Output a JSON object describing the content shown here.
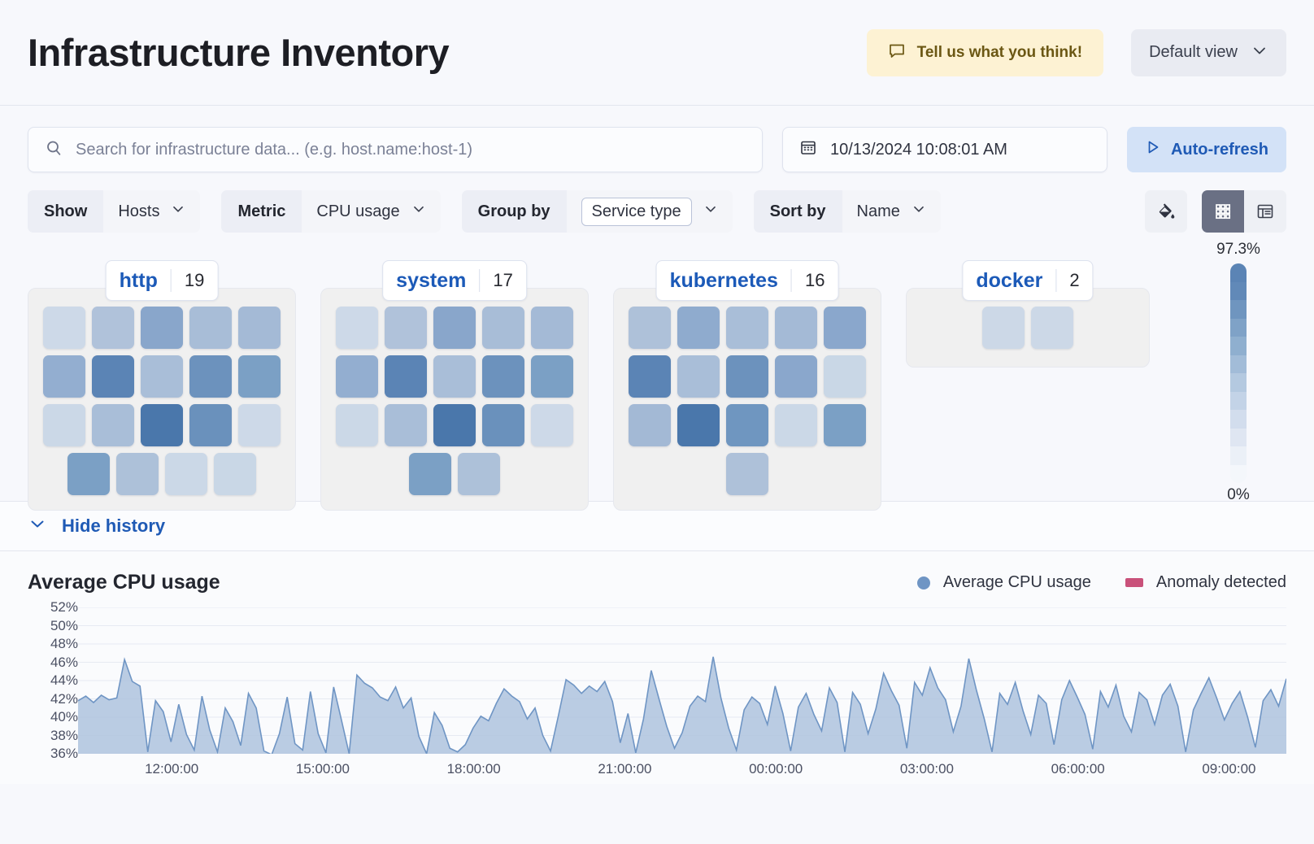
{
  "header": {
    "title": "Infrastructure Inventory",
    "feedback_label": "Tell us what you think!",
    "feedback_icon": "comment-icon",
    "view_label": "Default view",
    "view_chevron_icon": "chevron-down-icon"
  },
  "search": {
    "placeholder": "Search for infrastructure data... (e.g. host.name:host-1)",
    "value": "",
    "icon": "search-icon"
  },
  "datepicker": {
    "value": "10/13/2024 10:08:01 AM",
    "icon": "calendar-icon"
  },
  "autorefresh": {
    "label": "Auto-refresh",
    "icon": "play-icon"
  },
  "filters": [
    {
      "label": "Show",
      "value": "Hosts",
      "boxed": false,
      "icon": "chevron-down-icon"
    },
    {
      "label": "Metric",
      "value": "CPU usage",
      "boxed": false,
      "icon": "chevron-down-icon"
    },
    {
      "label": "Group by",
      "value": "Service type",
      "boxed": true,
      "icon": "chevron-down-icon"
    },
    {
      "label": "Sort by",
      "value": "Name",
      "boxed": false,
      "icon": "chevron-down-icon"
    }
  ],
  "view_controls": {
    "fill_icon": "paint-bucket-icon",
    "grid_icon": "grid-view-icon",
    "table_icon": "table-view-icon",
    "active": "grid"
  },
  "legend_scale": {
    "max_label": "97.3%",
    "min_label": "0%",
    "steps": [
      "#5b84b5",
      "#6189b8",
      "#6f95bf",
      "#7fa2c7",
      "#8fafcf",
      "#a2bcd8",
      "#b4c9e0",
      "#c3d3e7",
      "#d2dded",
      "#dfe6f2",
      "#ebf0f7",
      "#f4f7fb"
    ]
  },
  "groups": [
    {
      "name": "http",
      "count": "19",
      "rows": [
        [
          "#cdd9e8",
          "#b0c2da",
          "#89a6cb",
          "#a8bdd7",
          "#a4bad6"
        ],
        [
          "#93aed0",
          "#5b84b5",
          "#a9bed8",
          "#6c92bd",
          "#7ba0c5"
        ],
        [
          "#cbd8e7",
          "#a9bed8",
          "#4a77ab",
          "#6a91bc",
          "#cdd9e8"
        ],
        [
          "#7ba0c5",
          "#adc1d9",
          "#cbd8e7",
          "#c9d7e6"
        ]
      ]
    },
    {
      "name": "system",
      "count": "17",
      "rows": [
        [
          "#cdd9e8",
          "#b0c2da",
          "#89a6cb",
          "#a8bdd7",
          "#a4bad6"
        ],
        [
          "#93aed0",
          "#5b84b5",
          "#a9bed8",
          "#6c92bd",
          "#7ba0c5"
        ],
        [
          "#cbd8e7",
          "#a9bed8",
          "#4a77ab",
          "#6a91bc",
          "#cdd9e8"
        ],
        [
          "#7ba0c5",
          "#adc1d9"
        ]
      ]
    },
    {
      "name": "kubernetes",
      "count": "16",
      "rows": [
        [
          "#aec1d9",
          "#8fabce",
          "#a9bed8",
          "#a4bad6",
          "#8aa7cc"
        ],
        [
          "#5b84b5",
          "#a9bed8",
          "#6c92bd",
          "#8aa7cc",
          "#c9d7e6"
        ],
        [
          "#a3b9d5",
          "#4a77ab",
          "#6f96c0",
          "#cbd8e7",
          "#7ba0c5"
        ],
        [
          "#aec1d9"
        ]
      ]
    },
    {
      "name": "docker",
      "count": "2",
      "rows": [
        [
          "#ccd8e7",
          "#ccd8e7"
        ]
      ]
    }
  ],
  "history": {
    "toggle_label": "Hide history",
    "toggle_icon": "chevron-down-icon"
  },
  "chart_data": {
    "type": "area",
    "title": "Average CPU usage",
    "xlabel": "",
    "ylabel": "",
    "ylim": [
      36,
      52
    ],
    "yticks": [
      "52%",
      "50%",
      "48%",
      "46%",
      "44%",
      "42%",
      "40%",
      "38%",
      "36%"
    ],
    "ytick_values": [
      52,
      50,
      48,
      46,
      44,
      42,
      40,
      38,
      36
    ],
    "xticks": [
      "12:00:00",
      "15:00:00",
      "18:00:00",
      "21:00:00",
      "00:00:00",
      "03:00:00",
      "06:00:00",
      "09:00:00"
    ],
    "grid": true,
    "legend_position": "top-right",
    "series": [
      {
        "name": "Average CPU usage",
        "color": "#6f95c4",
        "fill": "#aec3de",
        "marker": "dot"
      },
      {
        "name": "Anomaly detected",
        "color": "#c9517a",
        "marker": "rect"
      }
    ],
    "values": [
      41.8,
      42.3,
      41.6,
      42.4,
      41.9,
      42.1,
      46.3,
      43.9,
      43.4,
      36.2,
      41.8,
      40.6,
      37.3,
      41.4,
      38.1,
      36.4,
      42.3,
      38.6,
      36.2,
      41.0,
      39.5,
      36.9,
      42.6,
      41.0,
      36.3,
      35.9,
      38.2,
      42.2,
      37.1,
      36.4,
      42.8,
      38.2,
      36.1,
      43.3,
      39.7,
      36.0,
      44.6,
      43.7,
      43.2,
      42.2,
      41.8,
      43.3,
      41.0,
      42.1,
      37.9,
      36.0,
      40.5,
      39.1,
      36.6,
      36.2,
      37.0,
      38.8,
      40.1,
      39.6,
      41.5,
      43.1,
      42.3,
      41.7,
      39.8,
      41.0,
      38.0,
      36.3,
      40.1,
      44.1,
      43.5,
      42.6,
      43.4,
      42.8,
      43.9,
      41.7,
      37.2,
      40.4,
      36.1,
      39.8,
      45.1,
      42.0,
      39.0,
      36.6,
      38.3,
      41.2,
      42.3,
      41.7,
      46.6,
      42.1,
      38.8,
      36.4,
      40.8,
      42.2,
      41.5,
      39.2,
      43.4,
      40.4,
      36.3,
      41.1,
      42.6,
      40.3,
      38.5,
      43.2,
      41.6,
      36.2,
      42.7,
      41.4,
      38.2,
      40.9,
      44.8,
      42.9,
      41.3,
      36.6,
      43.8,
      42.4,
      45.4,
      43.2,
      41.9,
      38.4,
      41.2,
      46.4,
      42.9,
      39.8,
      36.2,
      42.6,
      41.4,
      43.8,
      40.7,
      38.1,
      42.4,
      41.5,
      37.0,
      41.9,
      44.0,
      42.2,
      40.3,
      36.5,
      42.8,
      41.1,
      43.5,
      40.1,
      38.4,
      42.7,
      41.9,
      39.2,
      42.4,
      43.6,
      41.2,
      36.2,
      40.8,
      42.6,
      44.3,
      42.1,
      39.7,
      41.5,
      42.8,
      40.0,
      36.7,
      41.8,
      43.0,
      41.2,
      44.2
    ]
  }
}
